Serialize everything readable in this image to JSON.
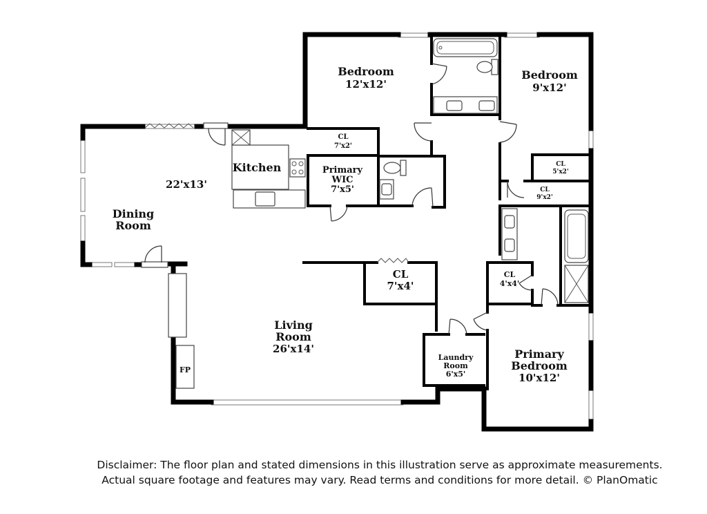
{
  "rooms": {
    "bedroom_1": {
      "name": "Bedroom",
      "dims": "12'x12'"
    },
    "bedroom_2": {
      "name": "Bedroom",
      "dims": "9'x12'"
    },
    "cl_bed1": {
      "name": "CL",
      "dims": "7'x2'"
    },
    "primary_wic": {
      "line1": "Primary",
      "line2": "WIC",
      "dims": "7'x5'"
    },
    "kitchen": {
      "name": "Kitchen"
    },
    "dining_dims": {
      "dims": "22'x13'"
    },
    "dining": {
      "line1": "Dining",
      "line2": "Room"
    },
    "cl_5x2": {
      "name": "CL",
      "dims": "5'x2'"
    },
    "cl_9x2": {
      "name": "CL",
      "dims": "9'x2'"
    },
    "cl_living": {
      "name": "CL",
      "dims": "7'x4'"
    },
    "cl_4x4": {
      "name": "CL",
      "dims": "4'x4'"
    },
    "living": {
      "line1": "Living",
      "line2": "Room",
      "dims": "26'x14'"
    },
    "laundry": {
      "line1": "Laundry",
      "line2": "Room",
      "dims": "6'x5'"
    },
    "primary_bedroom": {
      "line1": "Primary",
      "line2": "Bedroom",
      "dims": "10'x12'"
    },
    "fireplace": {
      "name": "FP"
    }
  },
  "disclaimer": {
    "line1": "Disclaimer: The floor plan and stated dimensions in this illustration serve as approximate measurements.",
    "line2": "Actual square footage and features may vary. Read terms and conditions for more detail. © PlanOmatic"
  }
}
